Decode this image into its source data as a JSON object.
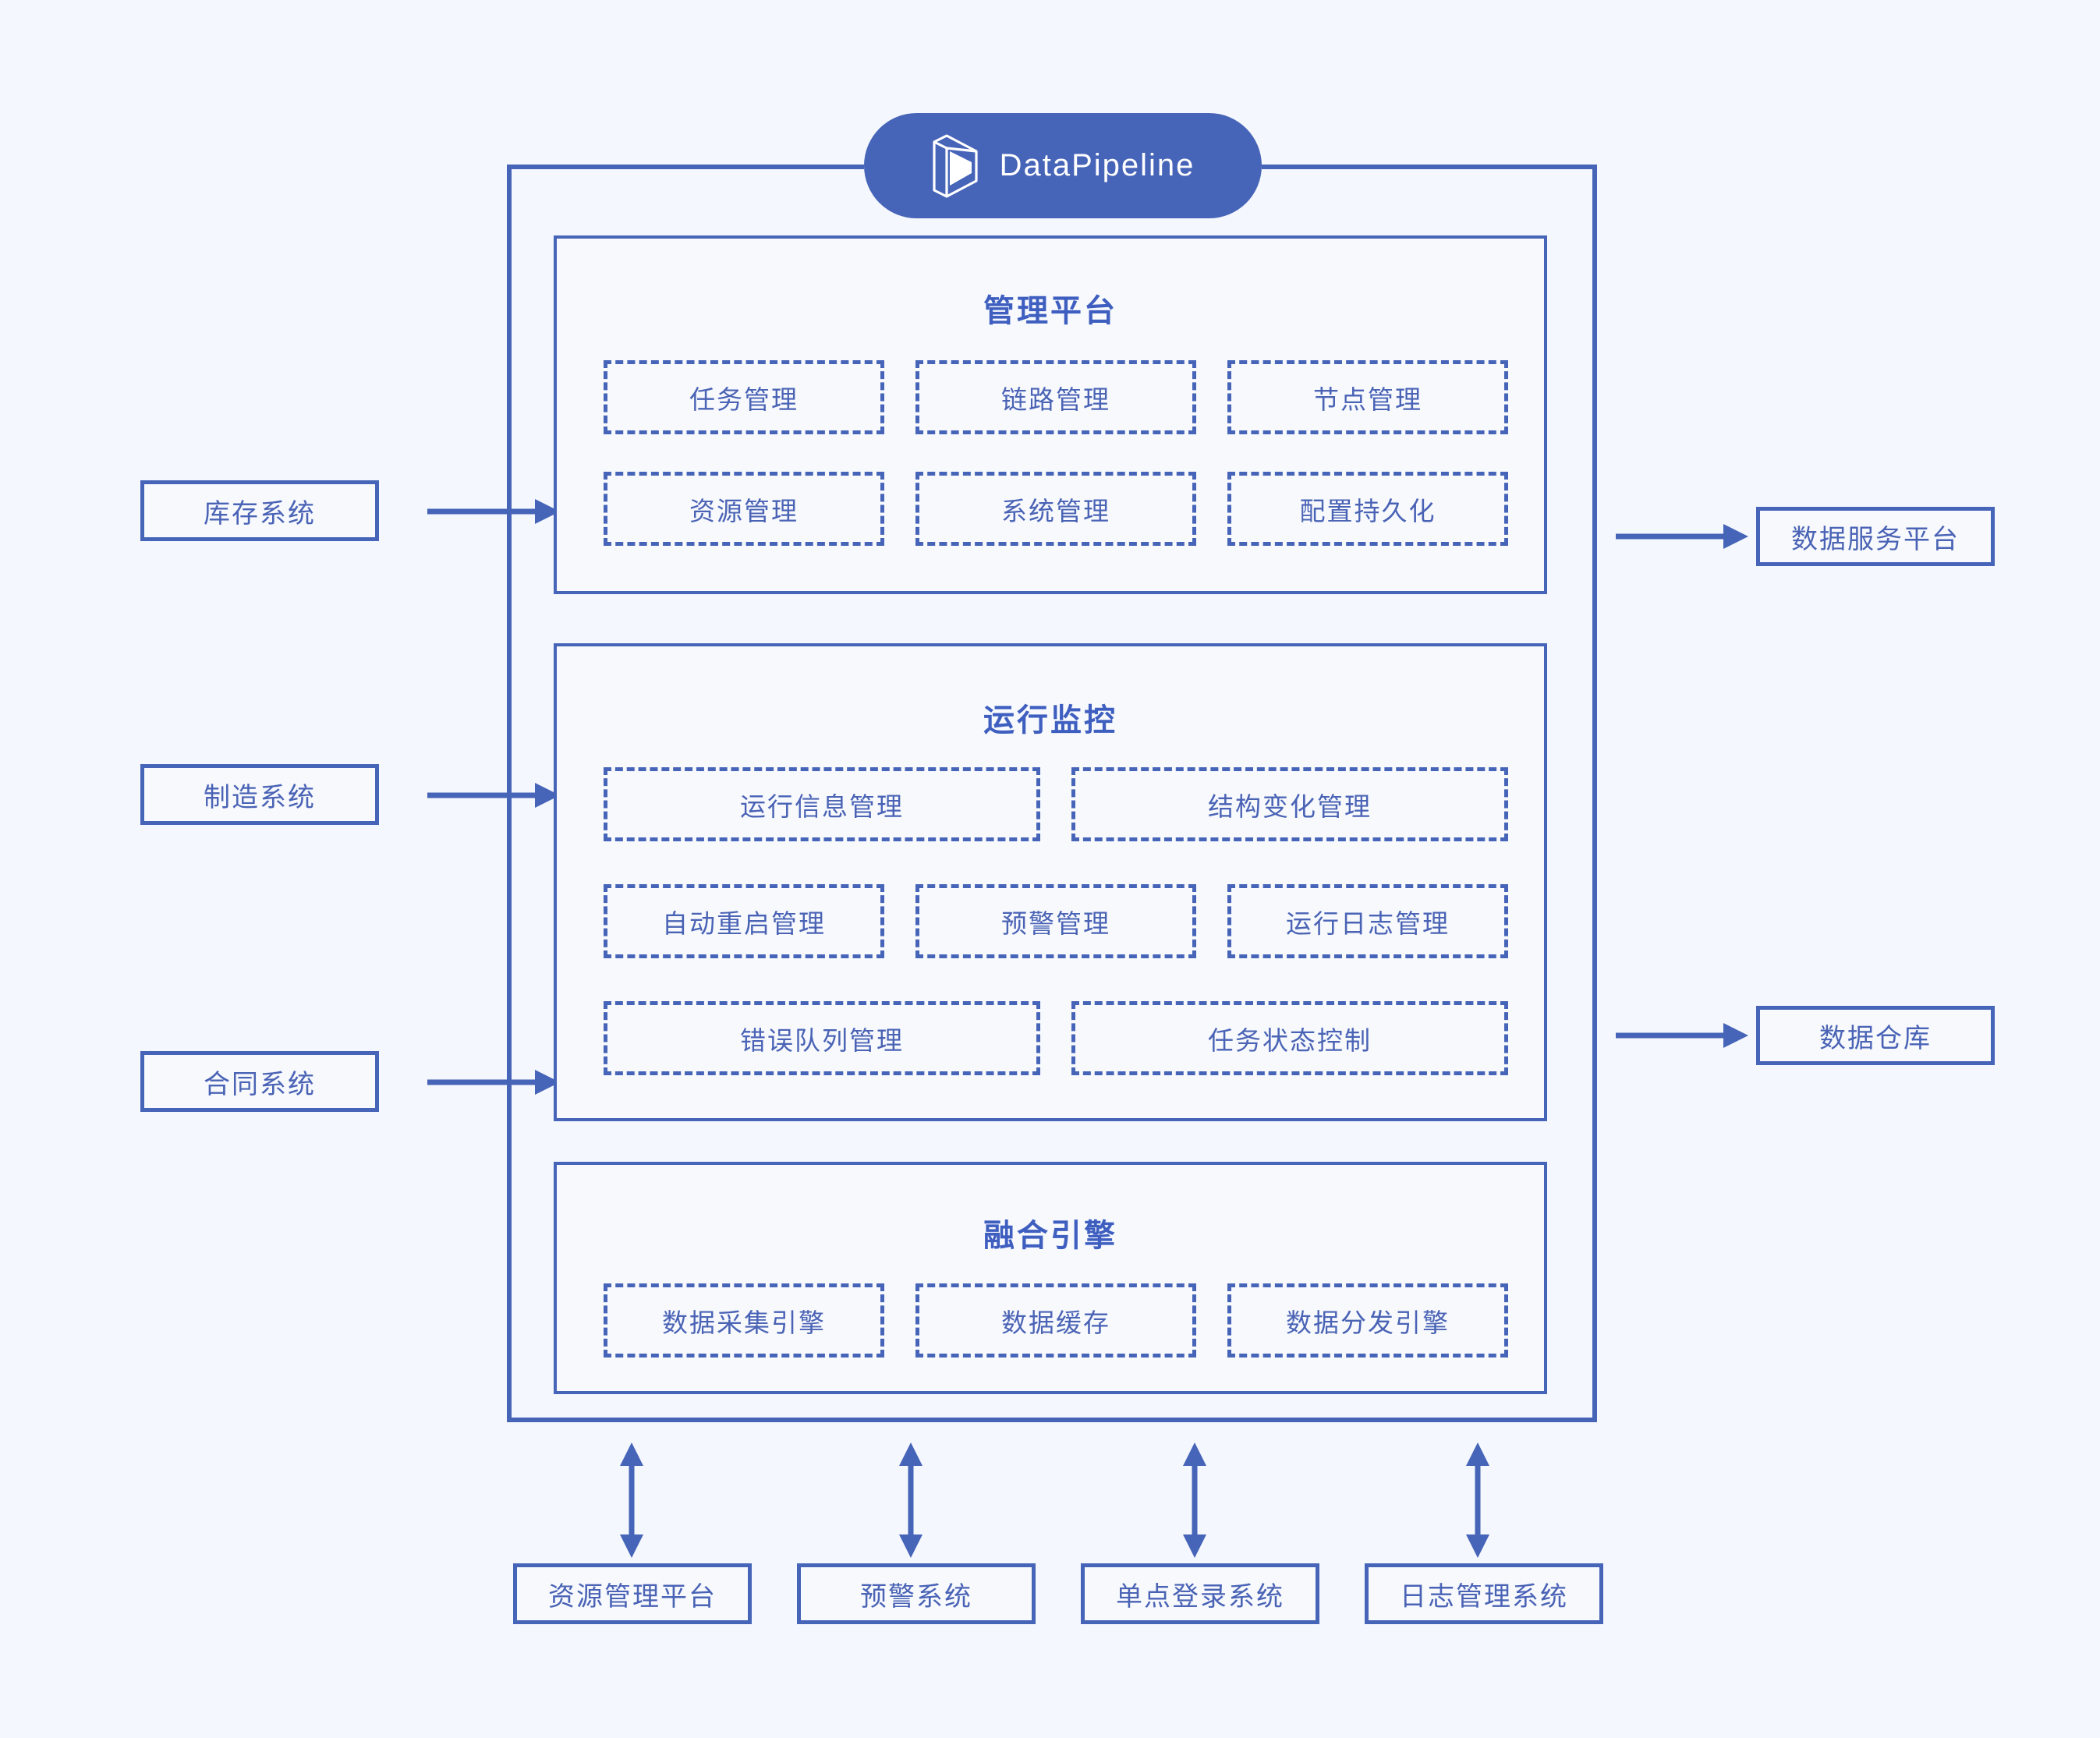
{
  "brand": {
    "name": "DataPipeline",
    "logo_icon": "datapipeline-cube-icon",
    "pill_color": "#4664b8"
  },
  "colors": {
    "background": "#f4f7fd",
    "panel_fill": "#f7f9fd",
    "line": "#4664b8",
    "text": "#4a63b5",
    "title": "#3f5fc0"
  },
  "sources": {
    "items": [
      {
        "label": "库存系统",
        "arrow": "arrow-right-icon"
      },
      {
        "label": "制造系统",
        "arrow": "arrow-right-icon"
      },
      {
        "label": "合同系统",
        "arrow": "arrow-right-icon"
      }
    ]
  },
  "targets": {
    "items": [
      {
        "label": "数据服务平台",
        "arrow": "arrow-right-icon"
      },
      {
        "label": "数据仓库",
        "arrow": "arrow-right-icon"
      }
    ]
  },
  "bottom_systems": {
    "items": [
      {
        "label": "资源管理平台",
        "arrow": "arrow-updown-icon"
      },
      {
        "label": "预警系统",
        "arrow": "arrow-updown-icon"
      },
      {
        "label": "单点登录系统",
        "arrow": "arrow-updown-icon"
      },
      {
        "label": "日志管理系统",
        "arrow": "arrow-updown-icon"
      }
    ]
  },
  "panels": [
    {
      "id": "management-platform",
      "title": "管理平台",
      "modules": [
        "任务管理",
        "链路管理",
        "节点管理",
        "资源管理",
        "系统管理",
        "配置持久化"
      ]
    },
    {
      "id": "runtime-monitoring",
      "title": "运行监控",
      "modules": [
        "运行信息管理",
        "结构变化管理",
        "自动重启管理",
        "预警管理",
        "运行日志管理",
        "错误队列管理",
        "任务状态控制"
      ]
    },
    {
      "id": "fusion-engine",
      "title": "融合引擎",
      "modules": [
        "数据采集引擎",
        "数据缓存",
        "数据分发引擎"
      ]
    }
  ]
}
